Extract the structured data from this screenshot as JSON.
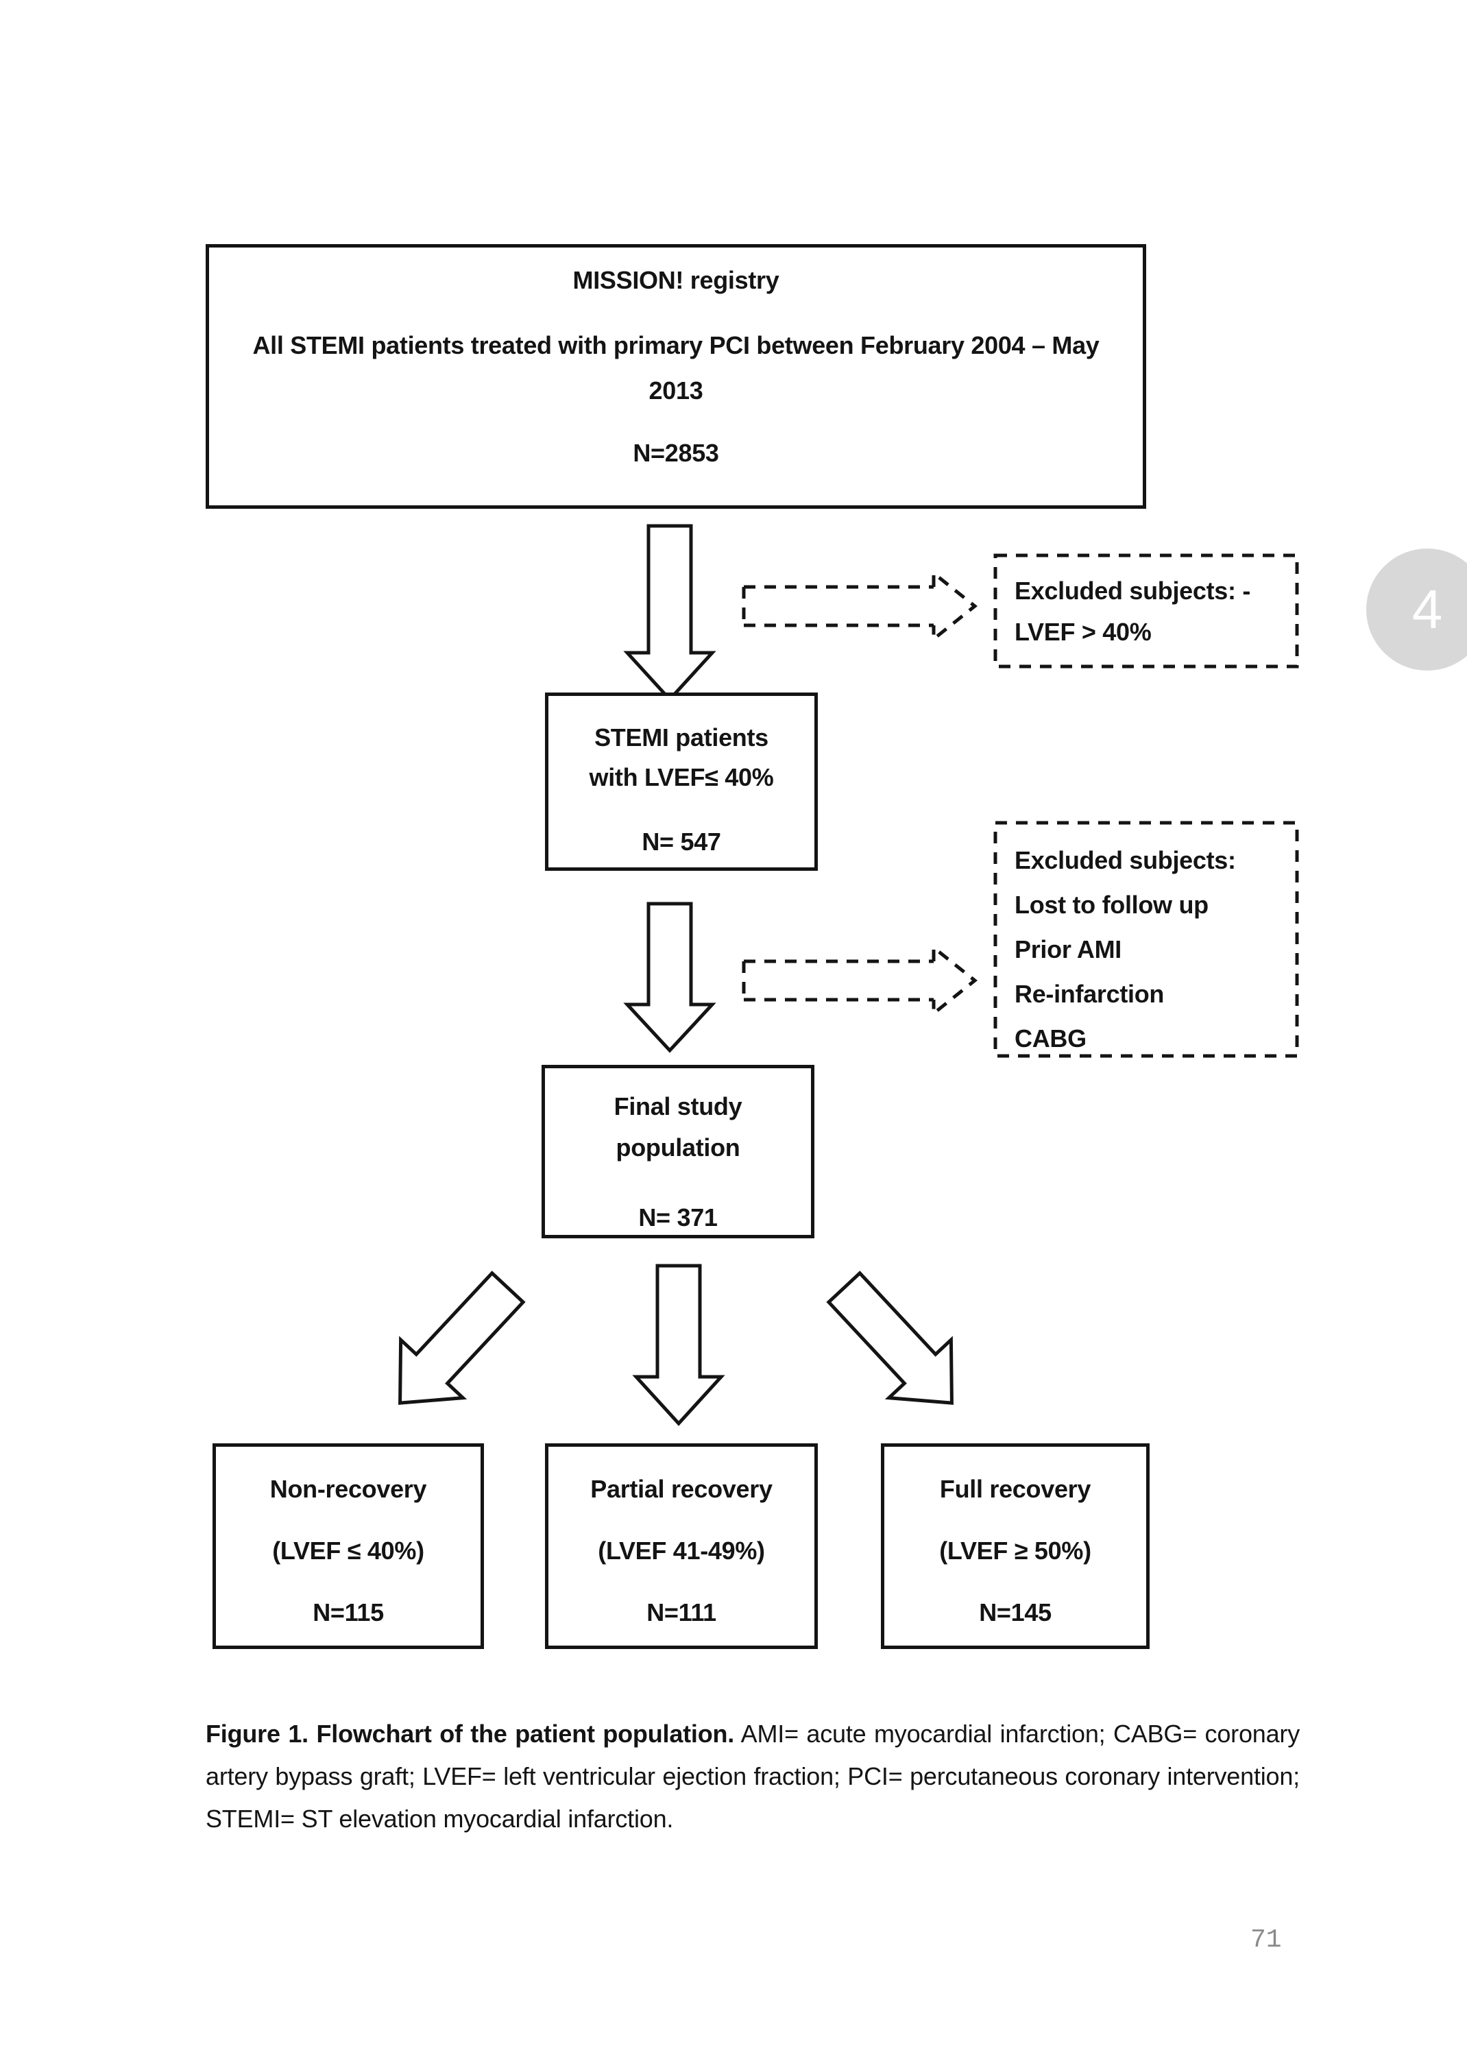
{
  "page": {
    "chapter_badge": "4",
    "page_number": "71"
  },
  "flowchart": {
    "top_box": {
      "title": "MISSION! registry",
      "subtitle": "All STEMI patients treated with primary PCI between February 2004 – May 2013",
      "n": "N=2853"
    },
    "excluded_box_1": {
      "lines": [
        "Excluded subjects: -",
        "LVEF > 40%"
      ]
    },
    "stemi_box": {
      "line1": "STEMI patients",
      "line2": "with LVEF≤ 40%",
      "n": "N= 547"
    },
    "excluded_box_2": {
      "lines": [
        "Excluded subjects:",
        "Lost to follow up",
        "Prior AMI",
        "Re-infarction",
        "CABG"
      ]
    },
    "final_box": {
      "line1": "Final study",
      "line2": "population",
      "n": "N= 371"
    },
    "outcome_boxes": [
      {
        "label": "Non-recovery",
        "criteria": "(LVEF ≤ 40%)",
        "n": "N=115"
      },
      {
        "label": "Partial recovery",
        "criteria": "(LVEF 41-49%)",
        "n": "N=111"
      },
      {
        "label": "Full recovery",
        "criteria": "(LVEF ≥ 50%)",
        "n": "N=145"
      }
    ]
  },
  "caption": {
    "bold": "Figure 1. Flowchart of the patient population.",
    "rest": " AMI= acute myocardial infarction; CABG= coronary artery bypass graft; LVEF= left ventricular ejection fraction; PCI= percutaneous coronary intervention; STEMI= ST elevation myocardial infarction."
  },
  "colors": {
    "ink": "#141414",
    "badge_bg": "#d8d8d8",
    "badge_text": "#ffffff",
    "page_number_gray": "#8a8a8a"
  }
}
